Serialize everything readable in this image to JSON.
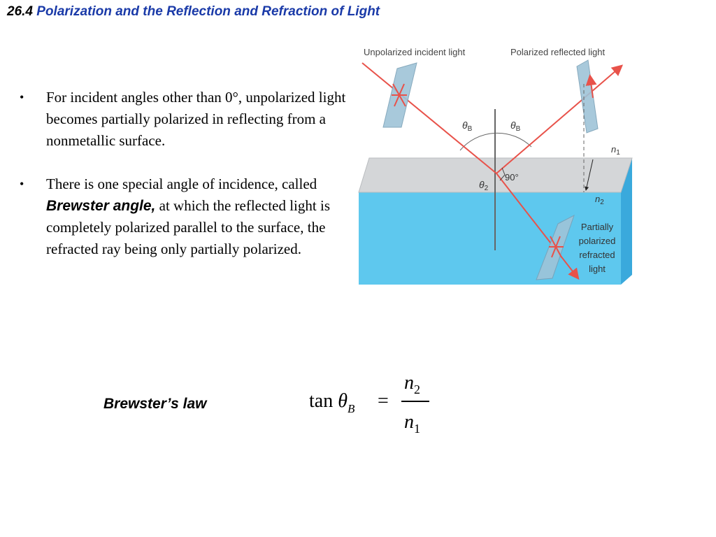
{
  "header": {
    "number": "26.4",
    "title": "Polarization and the Reflection and Refraction of Light"
  },
  "bullets": [
    {
      "mark": "•",
      "text": "For incident angles other than 0°, unpolarized light becomes partially polarized in reflecting from a nonmetallic surface."
    },
    {
      "mark": "•",
      "text_before": "There is one special angle of incidence, called ",
      "emphasis": "Brewster angle,",
      "text_after": " at which the reflected light is completely polarized parallel to the surface, the refracted ray being only partially polarized."
    }
  ],
  "diagram": {
    "label_incident": "Unpolarized incident light",
    "label_reflected": "Polarized reflected light",
    "label_refracted": [
      "Partially",
      "polarized",
      "refracted",
      "light"
    ],
    "theta": "θ",
    "theta_b_sub": "B",
    "theta_2_sub": "2",
    "angle_90": "90°",
    "n": "n",
    "n1_sub": "1",
    "n2_sub": "2",
    "colors": {
      "ray": "#e8524a",
      "surface_top": "#d4d6d8",
      "water": "#5ec8ee",
      "polarizer": "#9fc4d8"
    }
  },
  "law": {
    "label": "Brewster’s law",
    "tan": "tan",
    "theta": "θ",
    "sub_b": "B",
    "equals": "=",
    "n": "n",
    "num_idx": "2",
    "den_idx": "1"
  }
}
